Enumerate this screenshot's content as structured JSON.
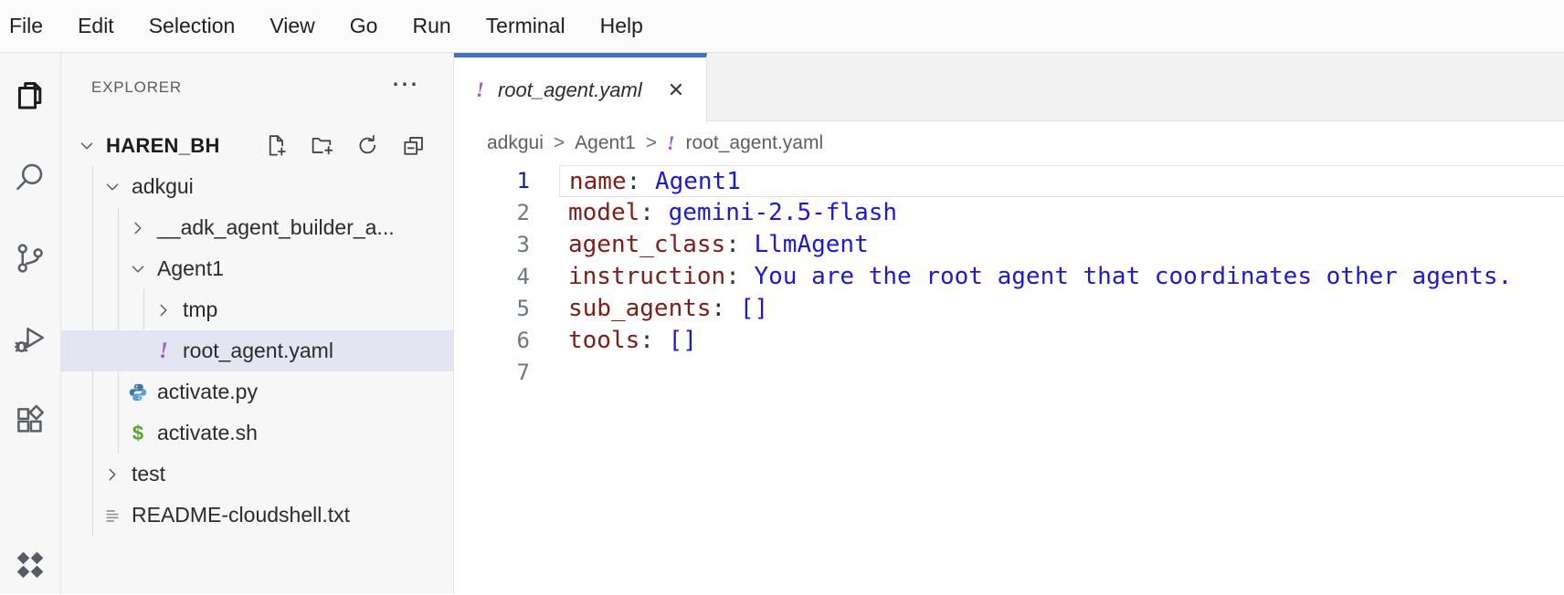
{
  "colors": {
    "tab_accent_blue": "#4372c4",
    "yaml_icon_purple": "#9a5fc4",
    "code_key_maroon": "#7f1d15",
    "code_value_blue": "#1c1ad1",
    "tree_selection_bg": "#e3e5f2",
    "python_icon_blue": "#3b77a8",
    "shell_icon_green": "#55a532"
  },
  "menu": {
    "items": [
      "File",
      "Edit",
      "Selection",
      "View",
      "Go",
      "Run",
      "Terminal",
      "Help"
    ]
  },
  "activity_bar": {
    "items": [
      {
        "icon": "explorer-files-icon",
        "active": true
      },
      {
        "icon": "search-icon",
        "active": false
      },
      {
        "icon": "source-control-icon",
        "active": false
      },
      {
        "icon": "run-debug-icon",
        "active": false
      },
      {
        "icon": "extensions-icon",
        "active": false
      },
      {
        "icon": "cloud-diamonds-icon",
        "active": false
      }
    ]
  },
  "sidebar": {
    "title": "EXPLORER",
    "more_glyph": "⋯",
    "glyphs": {
      "yaml": "!",
      "shell": "$"
    },
    "tree": [
      {
        "label": "HAREN_BH",
        "depth": 0,
        "kind": "workspace-root",
        "expanded": true
      },
      {
        "label": "adkgui",
        "depth": 1,
        "kind": "folder",
        "expanded": true
      },
      {
        "label": "__adk_agent_builder_a...",
        "depth": 2,
        "kind": "folder",
        "expanded": false
      },
      {
        "label": "Agent1",
        "depth": 2,
        "kind": "folder",
        "expanded": true
      },
      {
        "label": "tmp",
        "depth": 3,
        "kind": "folder",
        "expanded": false
      },
      {
        "label": "root_agent.yaml",
        "depth": 3,
        "kind": "yaml-file",
        "selected": true
      },
      {
        "label": "activate.py",
        "depth": 2,
        "kind": "python-file"
      },
      {
        "label": "activate.sh",
        "depth": 2,
        "kind": "shell-file"
      },
      {
        "label": "test",
        "depth": 1,
        "kind": "folder",
        "expanded": false
      },
      {
        "label": "README-cloudshell.txt",
        "depth": 1,
        "kind": "text-file"
      }
    ]
  },
  "editor": {
    "tab": {
      "label": "root_agent.yaml",
      "close_glyph": "✕"
    },
    "breadcrumb": {
      "items": [
        "adkgui",
        "Agent1",
        "root_agent.yaml"
      ],
      "separator": ">"
    },
    "code": {
      "language": "yaml",
      "lines": [
        {
          "num": "1",
          "key": "name",
          "sep": ": ",
          "value": "Agent1"
        },
        {
          "num": "2",
          "key": "model",
          "sep": ": ",
          "value": "gemini-2.5-flash"
        },
        {
          "num": "3",
          "key": "agent_class",
          "sep": ": ",
          "value": "LlmAgent"
        },
        {
          "num": "4",
          "key": "instruction",
          "sep": ": ",
          "value": "You are the root agent that coordinates other agents."
        },
        {
          "num": "5",
          "key": "sub_agents",
          "sep": ": ",
          "value": "[]"
        },
        {
          "num": "6",
          "key": "tools",
          "sep": ": ",
          "value": "[]"
        },
        {
          "num": "7",
          "key": "",
          "sep": "",
          "value": ""
        }
      ]
    }
  }
}
